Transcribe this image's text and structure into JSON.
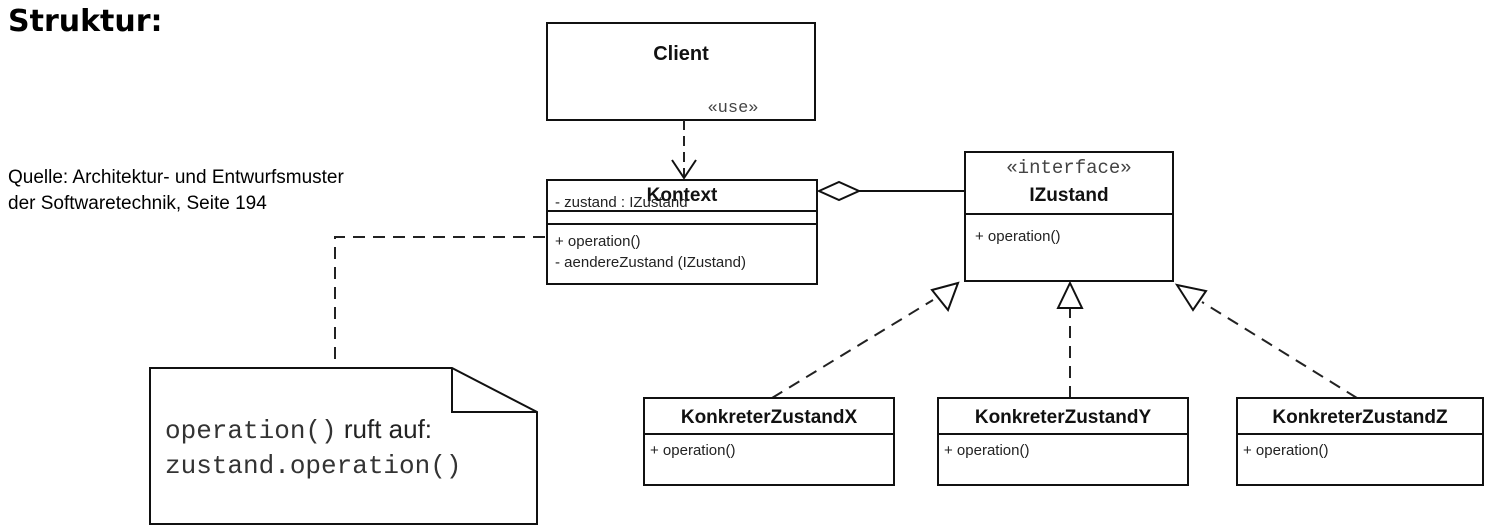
{
  "heading": "Struktur:",
  "source": {
    "line1": "Quelle: Architektur- und Entwurfsmuster",
    "line2": "der Softwaretechnik, Seite 194"
  },
  "client": {
    "name": "Client",
    "dependency": "«use»"
  },
  "kontext": {
    "name": "Kontext",
    "attribute": "- zustand : IZustand",
    "operations": [
      "+ operation()",
      "-  aendereZustand (IZustand)"
    ]
  },
  "izustand": {
    "stereotype": "«interface»",
    "name": "IZustand",
    "operation": "+ operation()"
  },
  "concrete_states": [
    {
      "name": "KonkreterZustandX",
      "operation": "+ operation()"
    },
    {
      "name": "KonkreterZustandY",
      "operation": "+ operation()"
    },
    {
      "name": "KonkreterZustandZ",
      "operation": "+ operation()"
    }
  ],
  "note": {
    "line1_code": "operation()",
    "line1_text": " ruft auf:",
    "line2_code": "zustand.operation()"
  }
}
